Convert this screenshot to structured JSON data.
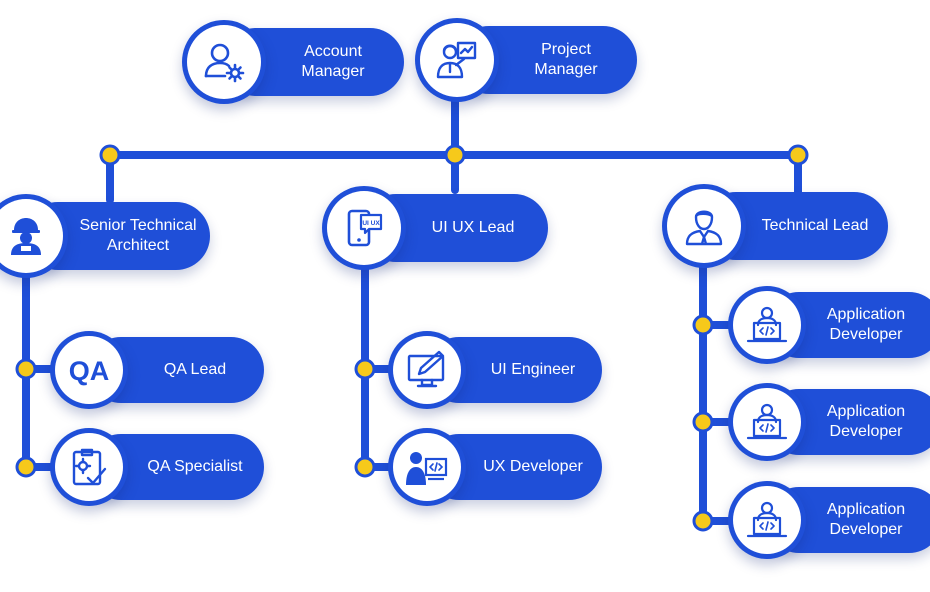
{
  "colors": {
    "accent": "#1f4fd8",
    "connector": "#f6c91b",
    "text_on_accent": "#ffffff"
  },
  "nodes": {
    "account_manager": {
      "label": "Account\nManager",
      "icon": "user-gear-icon"
    },
    "project_manager": {
      "label": "Project\nManager",
      "icon": "manager-presentation-icon"
    },
    "senior_technical_architect": {
      "label": "Senior Technical\nArchitect",
      "icon": "hard-hat-worker-icon"
    },
    "ui_ux_lead": {
      "label": "UI UX Lead",
      "icon": "mobile-uiux-icon"
    },
    "technical_lead": {
      "label": "Technical Lead",
      "icon": "businessman-icon"
    },
    "qa_lead": {
      "label": "QA Lead",
      "icon": "qa-text-icon"
    },
    "qa_specialist": {
      "label": "QA Specialist",
      "icon": "checklist-gear-icon"
    },
    "ui_engineer": {
      "label": "UI Engineer",
      "icon": "monitor-pen-icon"
    },
    "ux_developer": {
      "label": "UX Developer",
      "icon": "person-code-monitor-icon"
    },
    "app_developer_1": {
      "label": "Application\nDeveloper",
      "icon": "developer-laptop-icon"
    },
    "app_developer_2": {
      "label": "Application\nDeveloper",
      "icon": "developer-laptop-icon"
    },
    "app_developer_3": {
      "label": "Application\nDeveloper",
      "icon": "developer-laptop-icon"
    }
  },
  "icon_text": {
    "ui_ux": "UI UX",
    "qa": "QA"
  }
}
